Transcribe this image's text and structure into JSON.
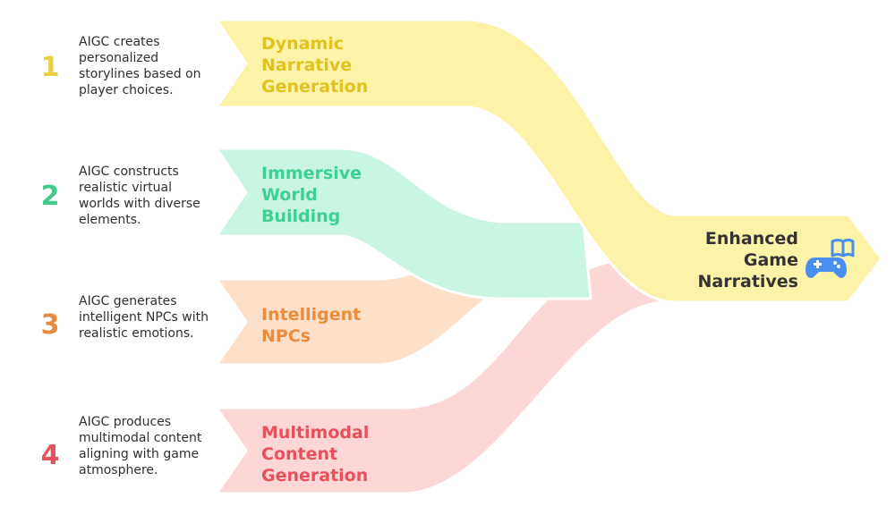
{
  "colors": {
    "yellow_fill": "#fcf3a9",
    "yellow_text": "#e2c21f",
    "yellow_num": "#e8cf45",
    "green_fill": "#c8f6e2",
    "green_text": "#3ecf92",
    "green_num": "#43c98c",
    "orange_fill": "#fde0c9",
    "orange_text": "#ec8c3a",
    "orange_num": "#e58a3f",
    "red_fill": "#fdd6d6",
    "red_text": "#e8515a",
    "red_num": "#e2555b",
    "icon_blue": "#4a8ff0"
  },
  "items": [
    {
      "number": "1",
      "description": "AIGC creates personalized storylines based on player choices.",
      "label": "Dynamic\nNarrative\nGeneration"
    },
    {
      "number": "2",
      "description": "AIGC constructs realistic virtual worlds with diverse elements.",
      "label": "Immersive\nWorld\nBuilding"
    },
    {
      "number": "3",
      "description": "AIGC generates intelligent NPCs with realistic emotions.",
      "label": "Intelligent\nNPCs"
    },
    {
      "number": "4",
      "description": "AIGC produces multimodal content aligning with game atmosphere.",
      "label": "Multimodal\nContent\nGeneration"
    }
  ],
  "output": {
    "label": "Enhanced\nGame\nNarratives",
    "icon": "book-gamepad-icon"
  }
}
